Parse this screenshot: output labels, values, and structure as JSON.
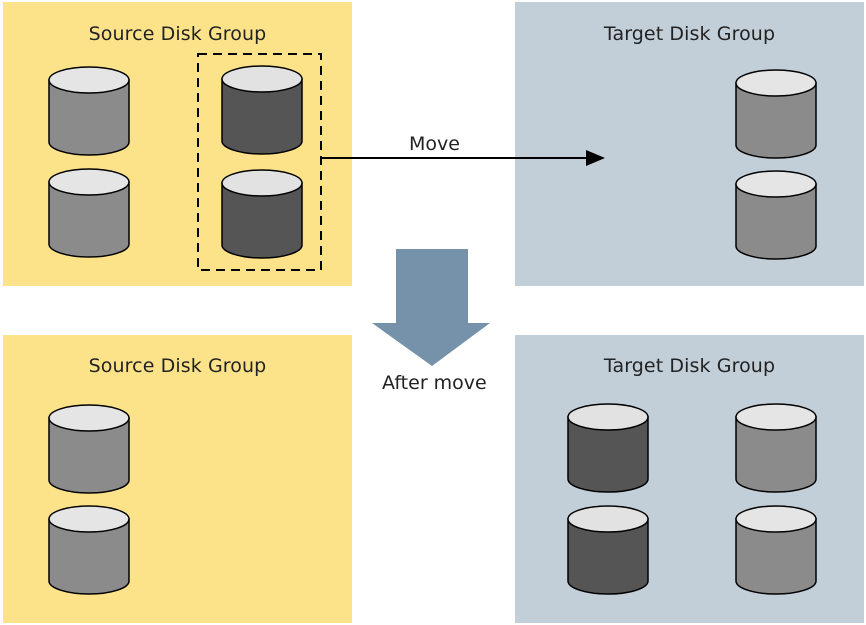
{
  "colors": {
    "source_panel": "#fce38a",
    "target_panel": "#c2ced8",
    "disk_light_body": "#8b8b8b",
    "disk_light_top": "#e5e5e5",
    "disk_dark_body": "#555555",
    "disk_dark_top": "#e2e2e2",
    "move_arrow": "#000000",
    "down_arrow": "#7592aa"
  },
  "before": {
    "source_title": "Source Disk Group",
    "target_title": "Target Disk Group"
  },
  "after": {
    "source_title": "Source Disk Group",
    "target_title": "Target Disk Group"
  },
  "move_label": "Move",
  "after_move_label": "After move"
}
